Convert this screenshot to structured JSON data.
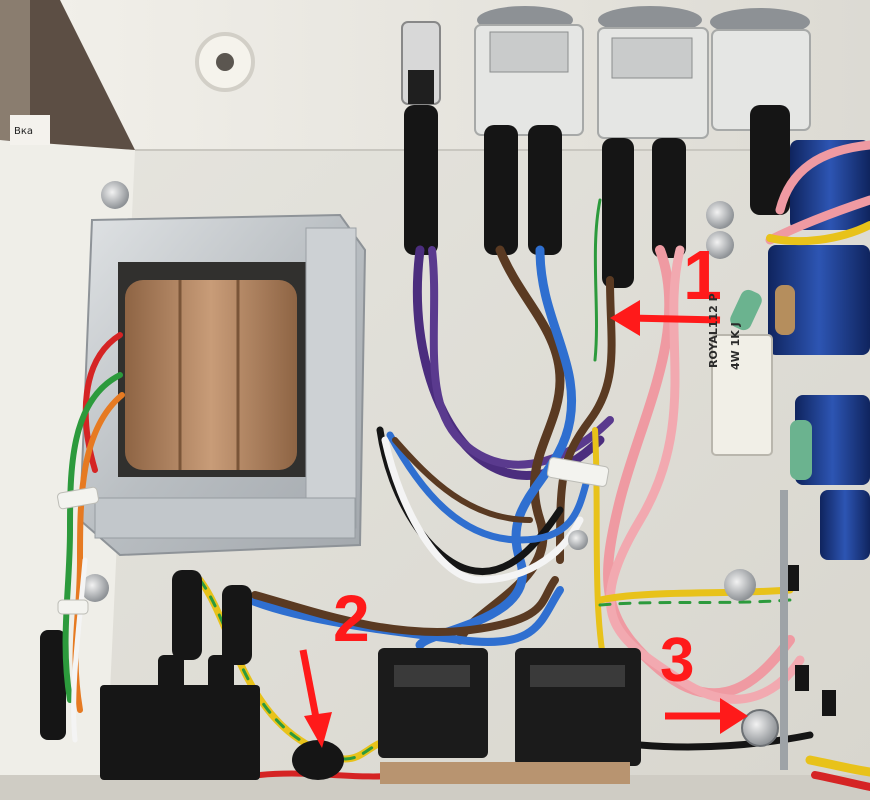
{
  "annotations": [
    {
      "id": "1",
      "text": "1"
    },
    {
      "id": "2",
      "text": "2"
    },
    {
      "id": "3",
      "text": "3"
    }
  ],
  "resistor_label": {
    "line1": "ROYAL112 P",
    "line2": "4W  1K  J"
  },
  "edge_text": "Вка",
  "colors": {
    "chassis": "#e3e1da",
    "annotation": "#ff1a1a",
    "transformer_frame": "#c7cbce",
    "coil": "#b58a66",
    "capacitor": "#1d3c8c",
    "wire_purple": "#4b2d7e",
    "wire_blue": "#2f6fd0",
    "wire_brown": "#5a3a22",
    "wire_pink": "#ef9aa2",
    "wire_black": "#151515",
    "wire_white": "#f4f4f4",
    "wire_green": "#2c9a3c",
    "wire_yellow": "#e8c21a",
    "wire_red": "#d52424",
    "wire_orange": "#e67a22"
  }
}
